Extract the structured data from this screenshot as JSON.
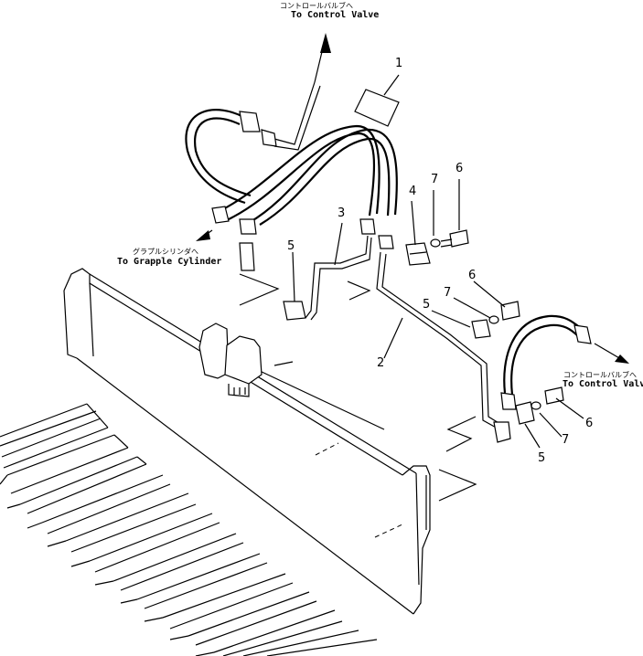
{
  "callouts": {
    "top_valve_jp": "コントロールバルブへ",
    "top_valve_en": "To Control Valve",
    "grapple_jp": "グラプルシリンダへ",
    "grapple_en": "To Grapple Cylinder",
    "right_valve_jp": "コントロールバルブへ",
    "right_valve_en": "To Control Valve"
  },
  "part_numbers": {
    "p1": "1",
    "p2": "2",
    "p3": "3",
    "p4": "4",
    "p5a": "5",
    "p5b": "5",
    "p5c": "5",
    "p6a": "6",
    "p6b": "6",
    "p6c": "6",
    "p7a": "7",
    "p7b": "7",
    "p7c": "7"
  }
}
